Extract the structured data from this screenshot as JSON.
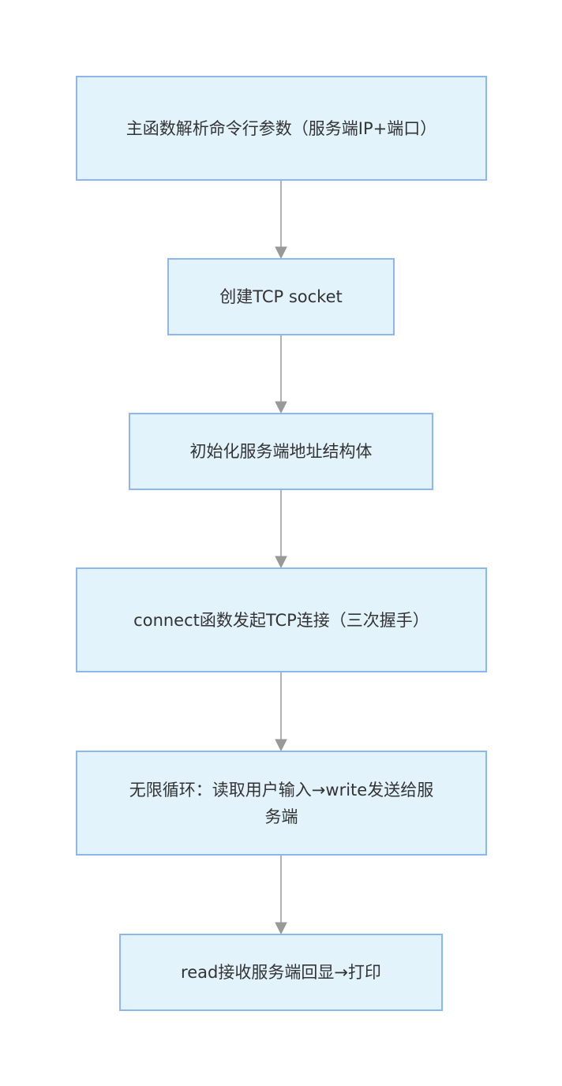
{
  "diagram": {
    "type": "flowchart",
    "direction": "top-to-bottom",
    "colors": {
      "node_fill": "#e3f3fc",
      "node_border": "#8cb6ec",
      "text": "#333333",
      "edge": "#999999"
    },
    "nodes": [
      {
        "id": "n1",
        "label": "主函数解析命令行参数（服务端IP+端口）"
      },
      {
        "id": "n2",
        "label": "创建TCP socket"
      },
      {
        "id": "n3",
        "label": "初始化服务端地址结构体"
      },
      {
        "id": "n4",
        "label": "connect函数发起TCP连接（三次握手）"
      },
      {
        "id": "n5",
        "label": "无限循环：读取用户输入→write发送给服务端"
      },
      {
        "id": "n6",
        "label": "read接收服务端回显→打印"
      }
    ],
    "edges": [
      {
        "from": "n1",
        "to": "n2"
      },
      {
        "from": "n2",
        "to": "n3"
      },
      {
        "from": "n3",
        "to": "n4"
      },
      {
        "from": "n4",
        "to": "n5"
      },
      {
        "from": "n5",
        "to": "n6"
      }
    ]
  }
}
